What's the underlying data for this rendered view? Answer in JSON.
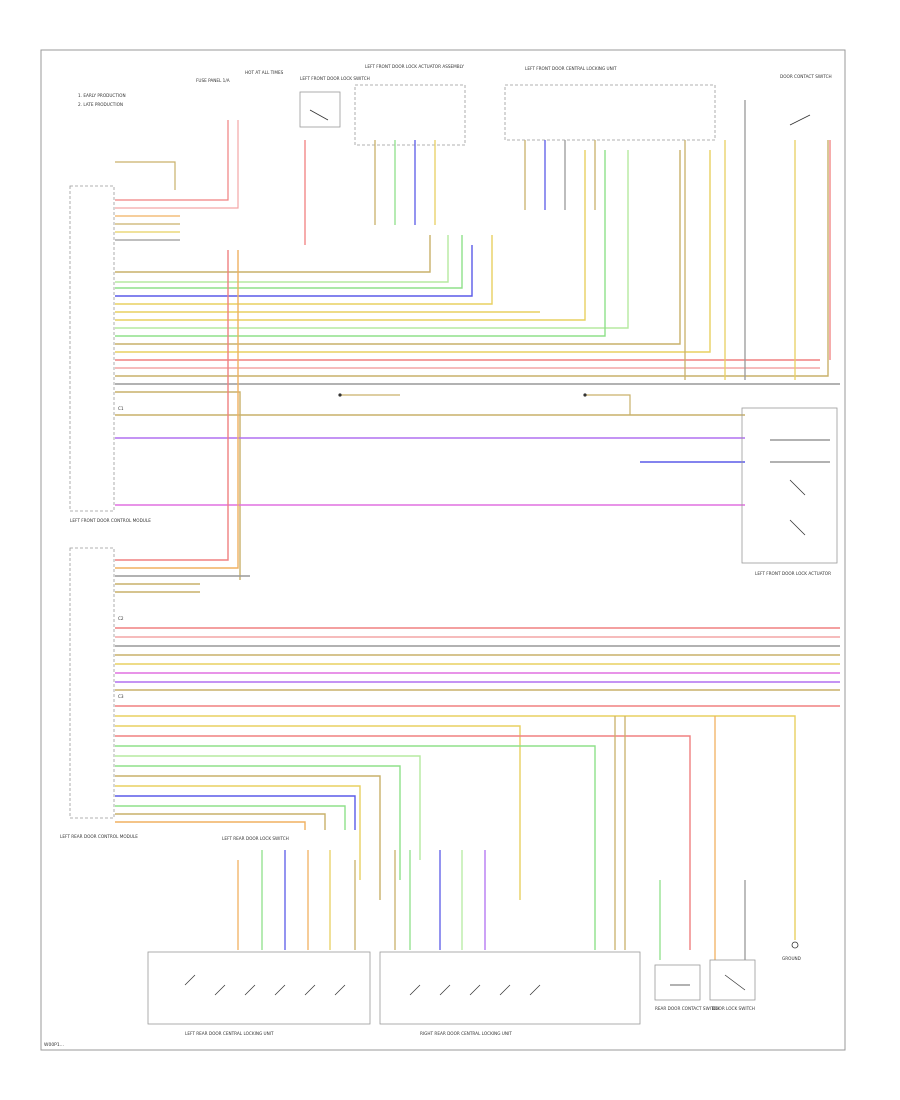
{
  "legend": {
    "line1": "1. EARLY PRODUCTION",
    "line2": "2. LATE PRODUCTION"
  },
  "top_labels": {
    "fuse_panel": "FUSE PANEL 1/A",
    "hot_all": "HOT AT ALL TIMES",
    "left_front_switch": "LEFT FRONT DOOR LOCK SWITCH",
    "lock_switch_group": "LEFT FRONT DOOR LOCK ACTUATOR ASSEMBLY",
    "central_locking_unit": "LEFT FRONT DOOR CENTRAL LOCKING UNIT",
    "right_unit": "DOOR CONTACT SWITCH"
  },
  "modules": {
    "left_front_module": "LEFT FRONT DOOR CONTROL MODULE",
    "rear_module": "LEFT REAR DOOR CONTROL MODULE",
    "left_switch_module": "LEFT REAR DOOR LOCK SWITCH",
    "rear_lock_unit_1": "LEFT REAR DOOR CENTRAL LOCKING UNIT",
    "rear_lock_unit_2": "RIGHT REAR DOOR CENTRAL LOCKING UNIT",
    "rear_switch_a": "REAR DOOR CONTACT SWITCH",
    "rear_switch_b": "DOOR LOCK SWITCH",
    "rear_ground": "GROUND"
  },
  "connectors": {
    "c1": "C1",
    "c2": "C2",
    "c3": "C3"
  },
  "colors": {
    "red": "#f08080",
    "pink": "#f4a6a6",
    "yellow": "#e8d060",
    "tan": "#c9b16a",
    "green": "#8fe08a",
    "lightgreen": "#b5eaa0",
    "blue": "#5a5ae8",
    "violet": "#b070f0",
    "magenta": "#e070e0",
    "gray": "#999999",
    "black": "#333333",
    "orange": "#f0b060"
  },
  "footer": "W00P1..."
}
